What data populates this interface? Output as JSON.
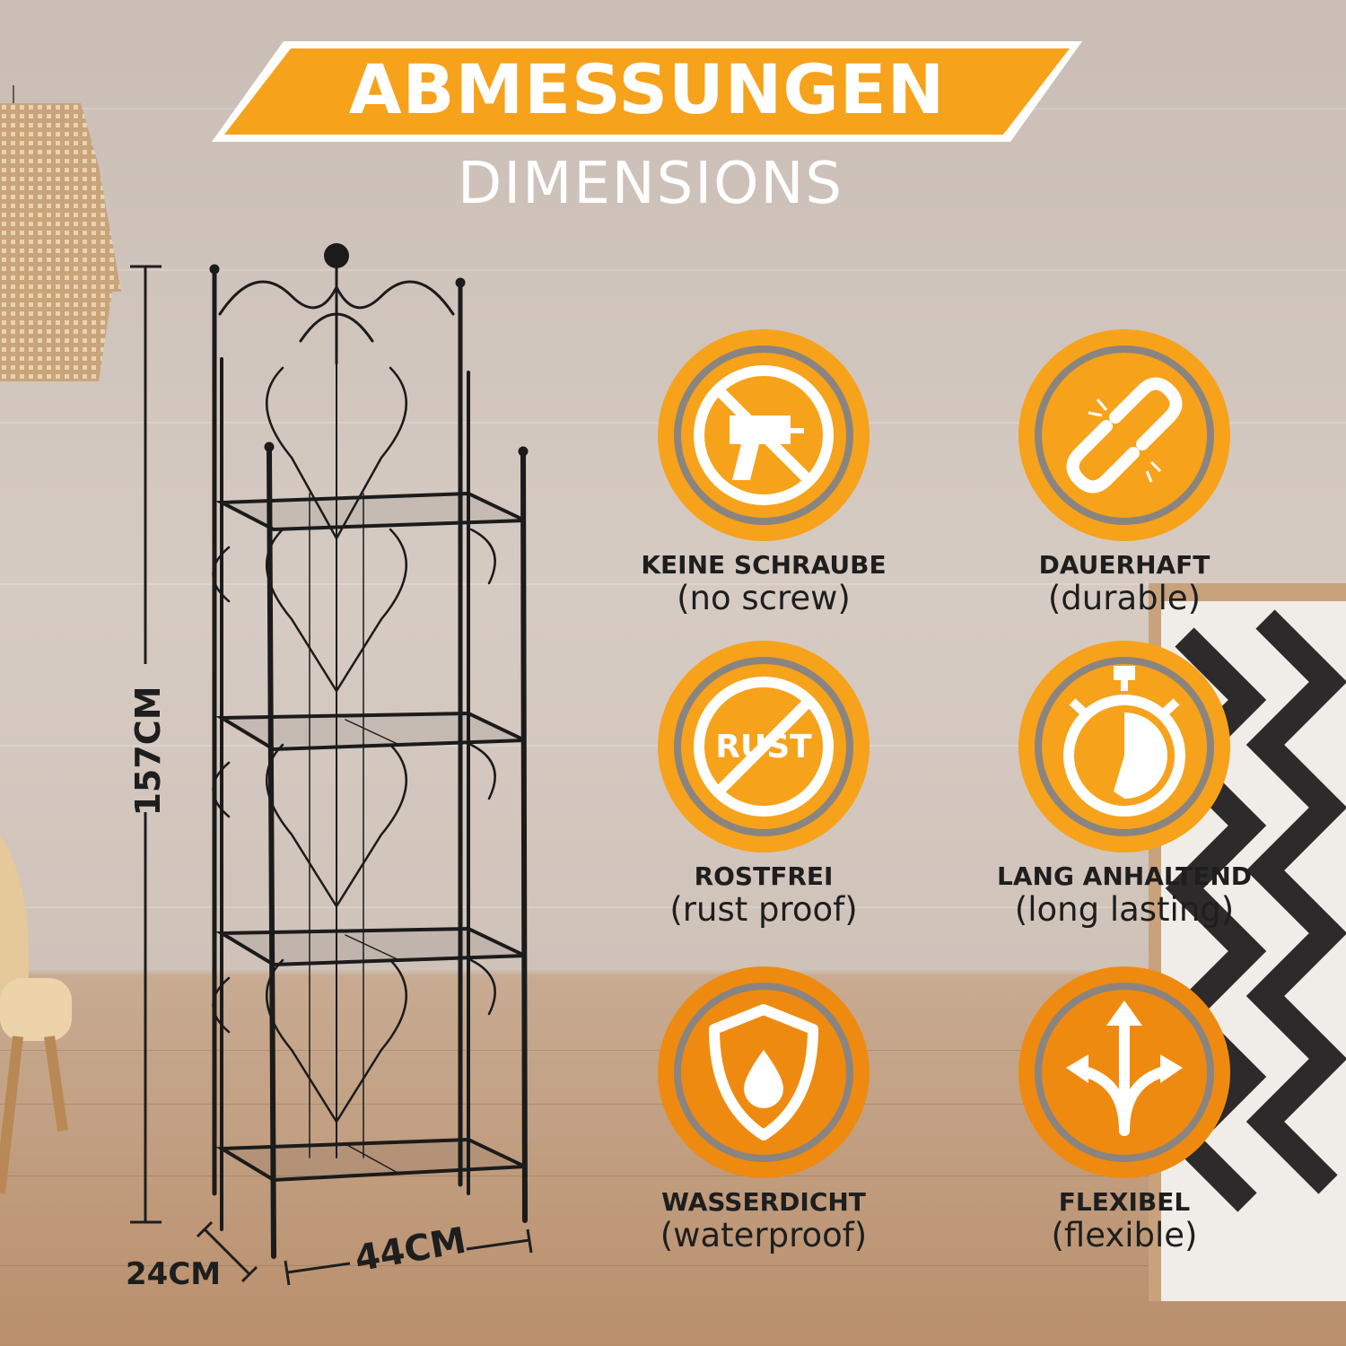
{
  "header": {
    "title": "ABMESSUNGEN",
    "subtitle": "DIMENSIONS"
  },
  "dimensions": {
    "height": "157CM",
    "depth": "24CM",
    "width": "44CM"
  },
  "features": [
    {
      "label_de": "KEINE SCHRAUBE",
      "label_en": "(no screw)",
      "icon": "no-drill-icon"
    },
    {
      "label_de": "DAUERHAFT",
      "label_en": "(durable)",
      "icon": "chain-link-icon"
    },
    {
      "label_de": "ROSTFREI",
      "label_en": "(rust proof)",
      "icon": "no-rust-icon",
      "icon_text": "RUST"
    },
    {
      "label_de": "LANG ANHALTEND",
      "label_en": "(long lasting)",
      "icon": "stopwatch-icon"
    },
    {
      "label_de": "WASSERDICHT",
      "label_en": "(waterproof)",
      "icon": "shield-drop-icon"
    },
    {
      "label_de": "FLEXIBEL",
      "label_en": "(flexible)",
      "icon": "split-arrows-icon"
    }
  ],
  "colors": {
    "accent": "#f7a21b",
    "accent_dark": "#ef8a10",
    "ring": "#8a8480",
    "text": "#1e1e1e"
  }
}
